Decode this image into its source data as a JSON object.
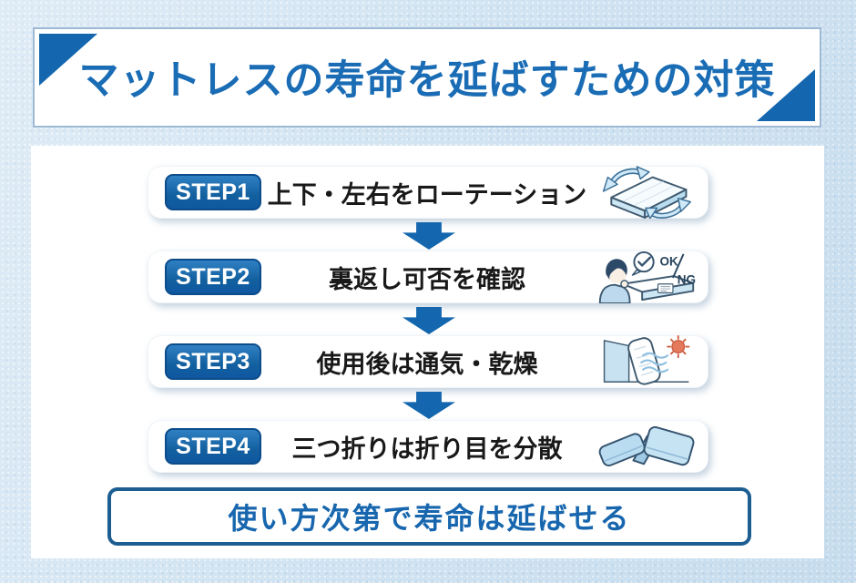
{
  "title": {
    "text": "マットレスの寿命を延ばすための対策"
  },
  "steps": [
    {
      "badge": "STEP1",
      "label": "上下・左右をローテーション",
      "icon": "mattress-rotate-icon"
    },
    {
      "badge": "STEP2",
      "label": "裏返し可否を確認",
      "icon": "person-flip-check-icon",
      "ok_label": "OK",
      "ng_label": "NG"
    },
    {
      "badge": "STEP3",
      "label": "使用後は通気・乾燥",
      "icon": "mattress-airing-sun-icon"
    },
    {
      "badge": "STEP4",
      "label": "三つ折りは折り目を分散",
      "icon": "trifold-mattress-icon"
    }
  ],
  "conclusion": {
    "text": "使い方次第で寿命は延ばせる"
  },
  "colors": {
    "primary_blue": "#1467ae",
    "title_text_blue": "#1a6cb5",
    "conclusion_border": "#1d5e92",
    "background_blue": "#d2e4f2",
    "step_label_text": "#191919",
    "icon_light_blue": "#c9e2f1",
    "sun_orange": "#e5795b"
  }
}
